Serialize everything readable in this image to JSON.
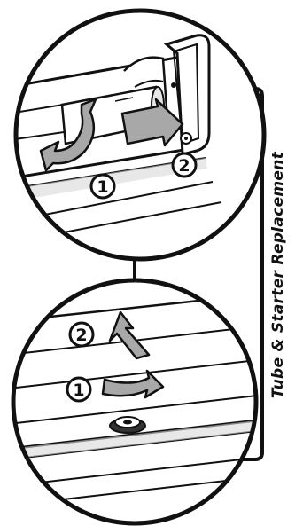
{
  "caption": "Tube & Starter Replacement",
  "steps": [
    {
      "number": "1",
      "icon": "rotate-arrow-icon"
    },
    {
      "number": "2",
      "icon": "pull-arrow-icon"
    }
  ],
  "colors": {
    "outline": "#111111",
    "arrow_fill": "#a8a8a8",
    "shading": "#d9d9d9",
    "background": "#ffffff"
  }
}
